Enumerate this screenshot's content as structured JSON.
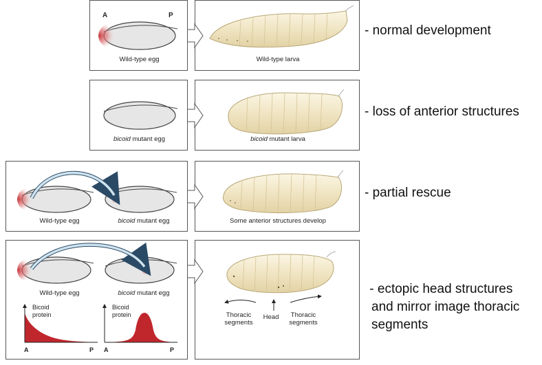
{
  "rows": [
    {
      "egg_labels": [
        {
          "main": "Wild-type egg"
        }
      ],
      "axis_a": "A",
      "axis_p": "P",
      "larva_label": {
        "italic": "",
        "main": "Wild-type larva"
      },
      "caption": [
        "- normal development"
      ]
    },
    {
      "egg_labels": [
        {
          "italic": "bicoid",
          "main": " mutant egg"
        }
      ],
      "larva_label": {
        "italic": "bicoid",
        "main": " mutant larva"
      },
      "caption": [
        "- loss of anterior structures"
      ]
    },
    {
      "egg_labels": [
        {
          "main": "Wild-type egg"
        },
        {
          "italic": "bicoid",
          "main": " mutant egg"
        }
      ],
      "larva_label": {
        "italic": "",
        "main": "Some anterior structures develop"
      },
      "caption": [
        "- partial rescue"
      ]
    },
    {
      "egg_labels": [
        {
          "main": "Wild-type egg"
        },
        {
          "italic": "bicoid",
          "main": " mutant egg"
        }
      ],
      "graphs": [
        {
          "ylabel": [
            "Bicoid",
            "protein"
          ],
          "a": "A",
          "p": "P",
          "profile": "anterior-decay"
        },
        {
          "ylabel": [
            "Bicoid",
            "protein"
          ],
          "a": "A",
          "p": "P",
          "profile": "central-peak"
        }
      ],
      "larva_annotations": {
        "left": [
          "Thoracic",
          "segments"
        ],
        "center": "Head",
        "right": [
          "Thoracic",
          "segments"
        ]
      },
      "caption": [
        " - ectopic head structures",
        "and mirror image thoracic",
        "segments"
      ]
    }
  ],
  "colors": {
    "bicoid_red": "#c0272d",
    "egg_fill": "#e6e6e6",
    "larva_fill": "#f3ead0",
    "arrow_blue": "#cfe3ef"
  }
}
